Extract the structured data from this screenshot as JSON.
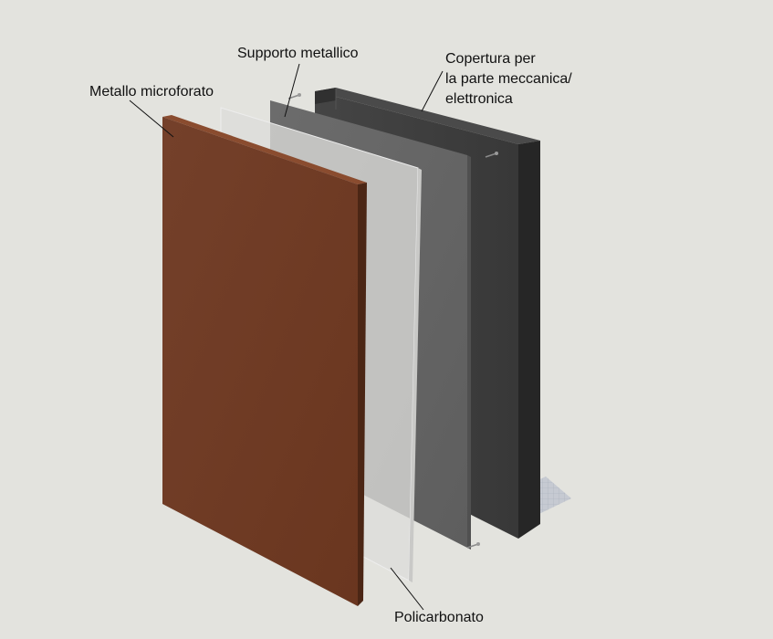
{
  "labels": {
    "metallo": "Metallo microforato",
    "supporto": "Supporto metallico",
    "copertura_line1": "Copertura per",
    "copertura_line2": "la parte meccanica/",
    "copertura_line3": "elettronica",
    "policarbonato": "Policarbonato"
  },
  "colors": {
    "background": "#e3e3de",
    "metallo_front": "#6f3b22",
    "metallo_side": "#4b2615",
    "policarbonato": "#d6d6d4",
    "supporto": "#646464",
    "copertura_front": "#3c3c3c",
    "copertura_side": "#262626",
    "grid_floor": "#c4c8d0"
  }
}
